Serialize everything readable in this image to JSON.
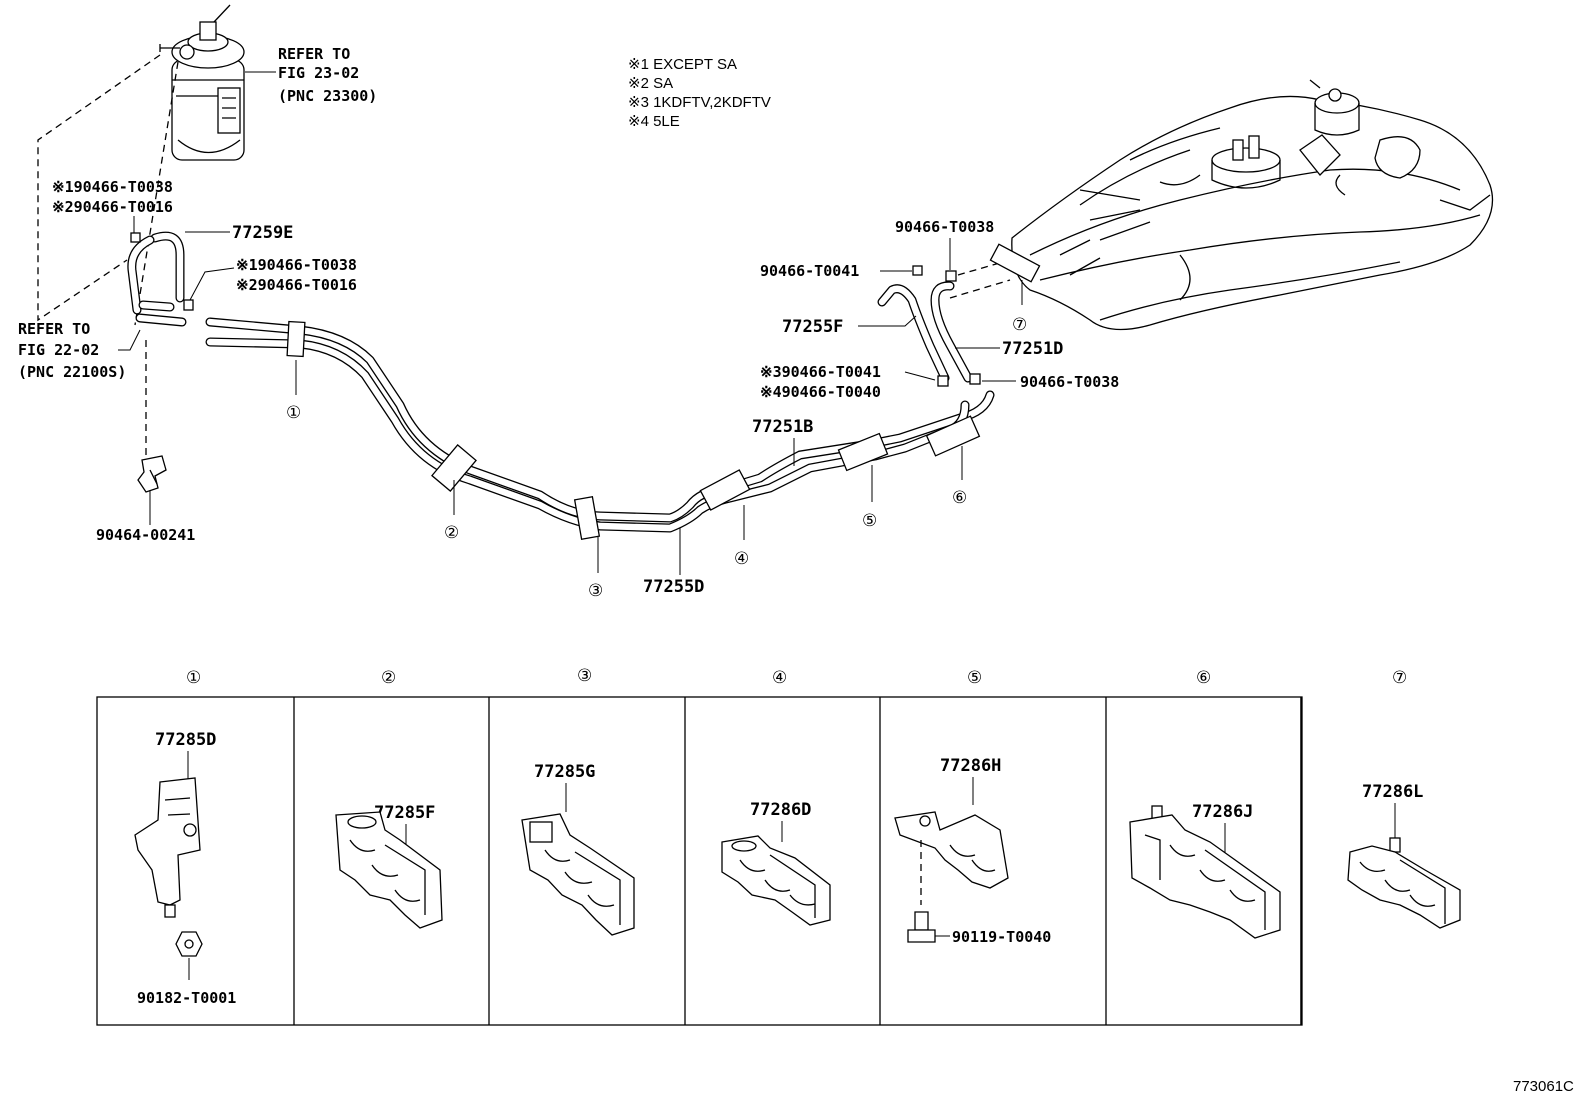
{
  "notes": [
    "※1 EXCEPT SA",
    "※2 SA",
    "※3 1KDFTV,2KDFTV",
    "※4 5LE"
  ],
  "refs": {
    "filter": [
      "REFER TO",
      "FIG 23-02",
      "(PNC 23300)"
    ],
    "pump": [
      "REFER TO",
      "FIG 22-02",
      "(PNC 22100S)"
    ]
  },
  "callouts": {
    "c_77259E": "77259E",
    "clip_a1": "※190466-T0038",
    "clip_a2": "※290466-T0016",
    "clip_b1": "※190466-T0038",
    "clip_b2": "※290466-T0016",
    "c_90464": "90464-00241",
    "c_77255D": "77255D",
    "c_77251B": "77251B",
    "c_77255F": "77255F",
    "c_77251D": "77251D",
    "c_T0038_top": "90466-T0038",
    "c_T0041": "90466-T0041",
    "c_note3": "※390466-T0041",
    "c_note4": "※490466-T0040",
    "c_T0038_right": "90466-T0038"
  },
  "markers": [
    "①",
    "②",
    "③",
    "④",
    "⑤",
    "⑥",
    "⑦"
  ],
  "panels": [
    {
      "marker": "①",
      "part": "77285D",
      "extra": "90182-T0001"
    },
    {
      "marker": "②",
      "part": "77285F",
      "extra": ""
    },
    {
      "marker": "③",
      "part": "77285G",
      "extra": ""
    },
    {
      "marker": "④",
      "part": "77286D",
      "extra": ""
    },
    {
      "marker": "⑤",
      "part": "77286H",
      "extra": "90119-T0040"
    },
    {
      "marker": "⑥",
      "part": "77286J",
      "extra": ""
    },
    {
      "marker": "⑦",
      "part": "77286L",
      "extra": ""
    }
  ],
  "figure_code": "773061C"
}
